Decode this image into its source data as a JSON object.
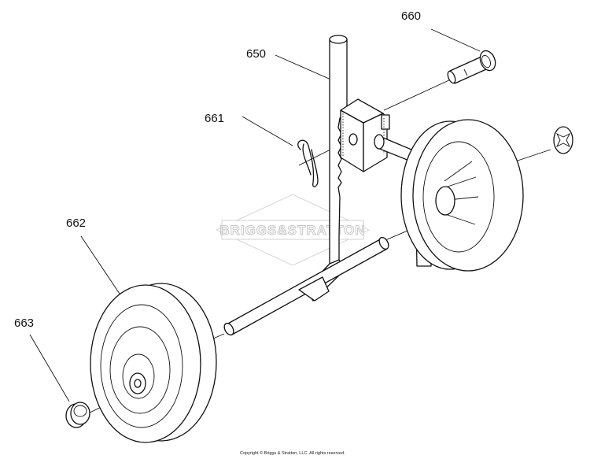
{
  "callouts": {
    "c660": "660",
    "c650": "650",
    "c661": "661",
    "c662": "662",
    "c663": "663"
  },
  "watermark": "BRIGGS&STRATTON",
  "copyright": "Copyright © Briggs & Stratton, LLC. All rights reserved.",
  "colors": {
    "line": "#111111",
    "watermark": "#c8c8c8",
    "background": "#ffffff"
  }
}
